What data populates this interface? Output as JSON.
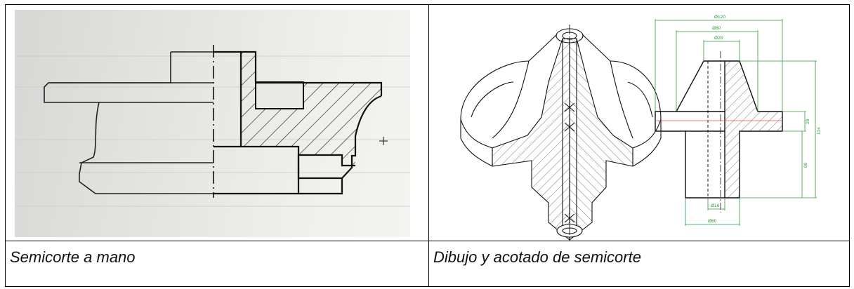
{
  "cells": [
    {
      "caption": "Semicorte a mano"
    },
    {
      "caption": "Dibujo y acotado de semicorte"
    }
  ],
  "dimensions": {
    "d120": "Ø120",
    "d80": "Ø80",
    "d28": "Ø28",
    "d16": "Ø16",
    "d60": "Ø60",
    "h124": "124",
    "h28": "28",
    "h80": "80"
  },
  "colors": {
    "dimension_green": "#2e9a3a",
    "section_line_red": "#e05050",
    "line": "#111111"
  }
}
